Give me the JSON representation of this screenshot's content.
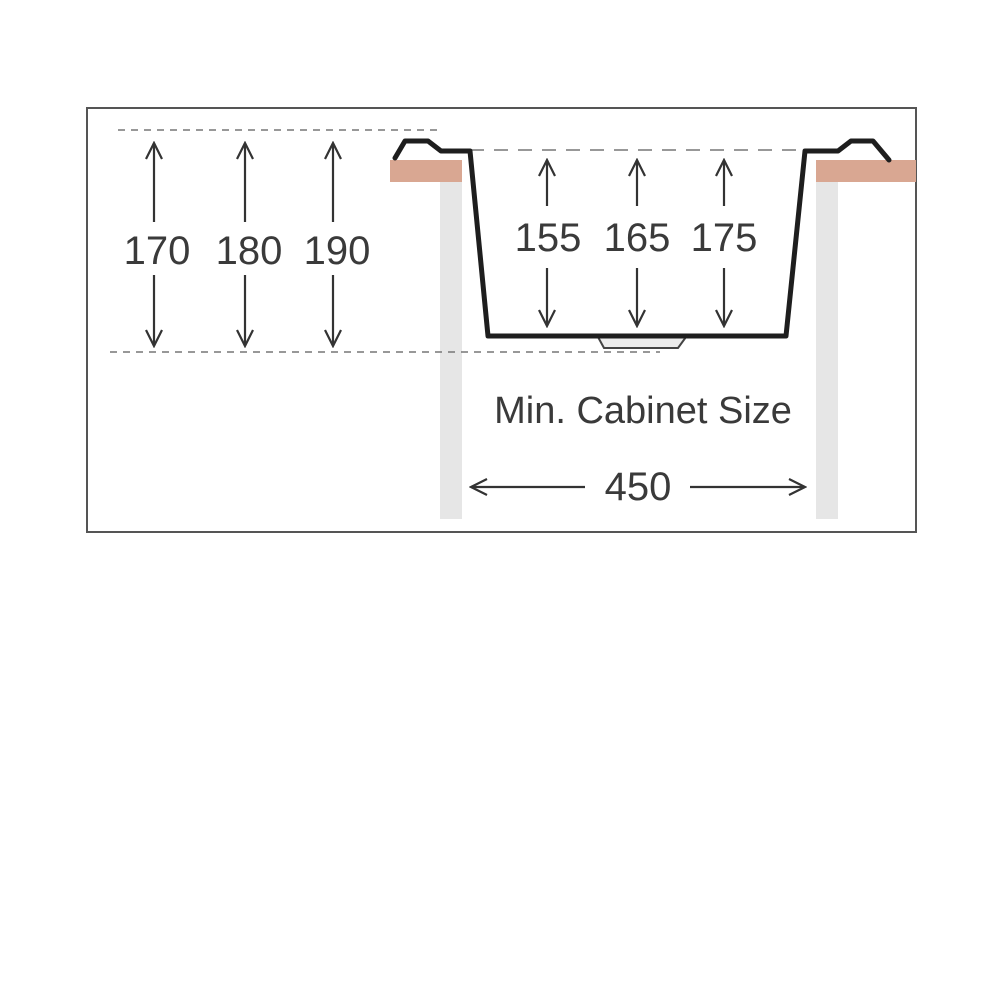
{
  "overall_heights": [
    "170",
    "180",
    "190"
  ],
  "bowl_depths": [
    "155",
    "165",
    "175"
  ],
  "cabinet_label": "Min. Cabinet Size",
  "cabinet_width": "450",
  "colors": {
    "frame": "#555555",
    "countertop": "#d9a792",
    "cabinet_side": "#e6e6e6",
    "sink_outline": "#1e1e1e",
    "dashed_line": "#777777",
    "arrow": "#333333"
  }
}
